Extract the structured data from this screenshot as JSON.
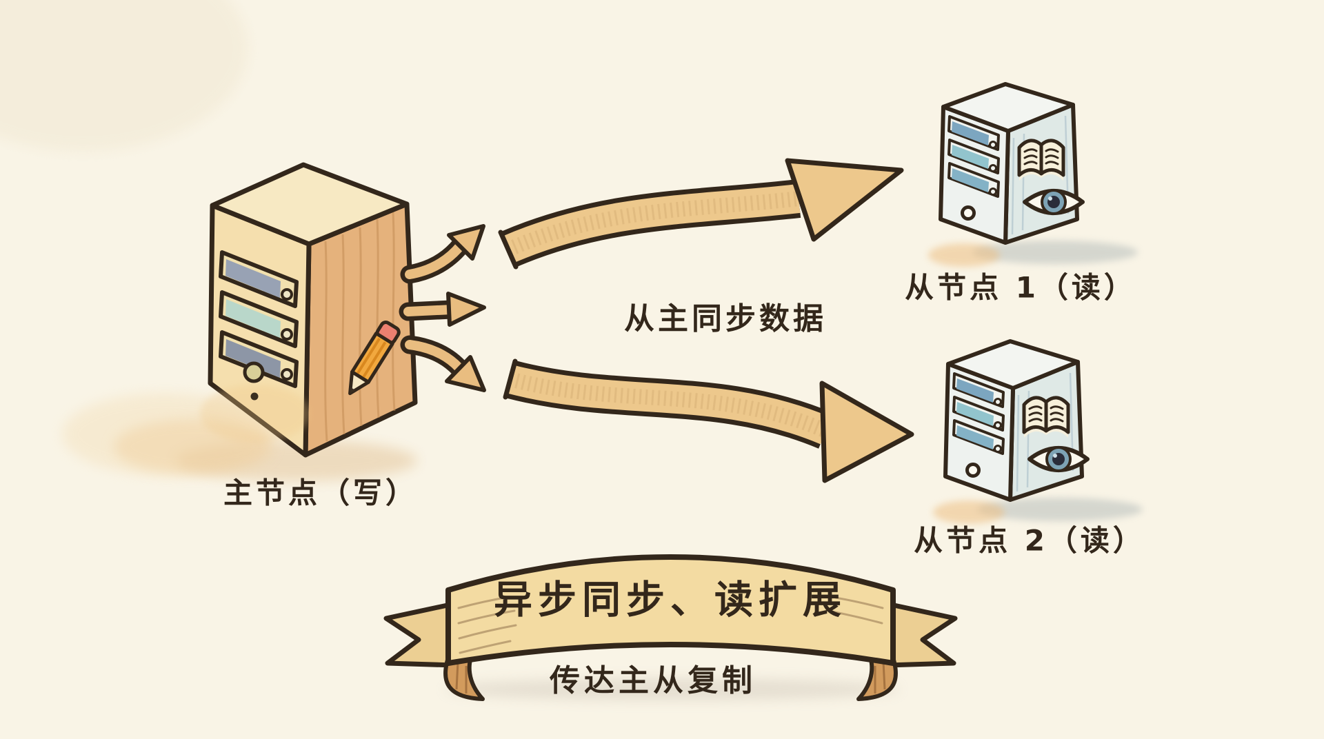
{
  "palette": {
    "background": "#f9f4e6",
    "ink": "#33271b",
    "arrow_fill": "#edc88c",
    "arrow_fill_small": "#e9bd80",
    "master_front": "#f5dfae",
    "master_side": "#e5b27c",
    "master_top": "#f7e9c3",
    "slave_front": "#eef2ef",
    "slave_side": "#dfe9e6",
    "slave_top": "#f3f5f1",
    "banner_fill": "#f3dba2",
    "banner_fold": "#d29b5d"
  },
  "nodes": {
    "master": {
      "label": "主节点（写）",
      "icon": "pencil-icon"
    },
    "slave1": {
      "label": "从节点 1（读）",
      "icons": [
        "book-icon",
        "eye-icon"
      ]
    },
    "slave2": {
      "label": "从节点 2（读）",
      "icons": [
        "book-icon",
        "eye-icon"
      ]
    }
  },
  "edges": {
    "sync_label": "从主同步数据"
  },
  "banner": {
    "title": "异步同步、读扩展",
    "caption": "传达主从复制"
  }
}
